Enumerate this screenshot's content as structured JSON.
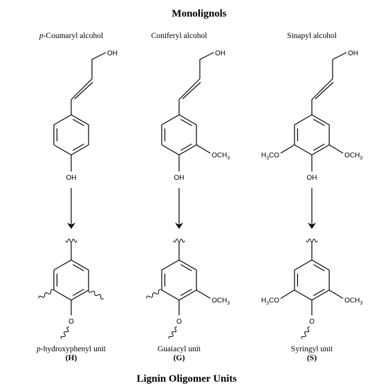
{
  "title_top": "Monolignols",
  "title_bottom": "Lignin Oligomer Units",
  "monolignols": [
    {
      "prefix": "p",
      "name": "-Coumaryl alcohol",
      "top_group": "OH",
      "bottom_group": "OH",
      "left_group": "",
      "right_group": ""
    },
    {
      "prefix": "",
      "name": "Coniferyl alcohol",
      "top_group": "OH",
      "bottom_group": "OH",
      "left_group": "",
      "right_group": "OCH3"
    },
    {
      "prefix": "",
      "name": "Sinapyl alcohol",
      "top_group": "OH",
      "bottom_group": "OH",
      "left_group": "H3CO",
      "right_group": "OCH3"
    }
  ],
  "units": [
    {
      "prefix": "p",
      "name": "-hydroxyphenyl unit",
      "abbr": "(H)",
      "bottom_group": "O",
      "left_group": "",
      "right_group": ""
    },
    {
      "prefix": "",
      "name": "Guaiacyl unit",
      "abbr": "(G)",
      "bottom_group": "O",
      "left_group": "",
      "right_group": "OCH3"
    },
    {
      "prefix": "",
      "name": "Syringyl unit",
      "abbr": "(S)",
      "bottom_group": "O",
      "left_group": "H3CO",
      "right_group": "OCH3"
    }
  ]
}
